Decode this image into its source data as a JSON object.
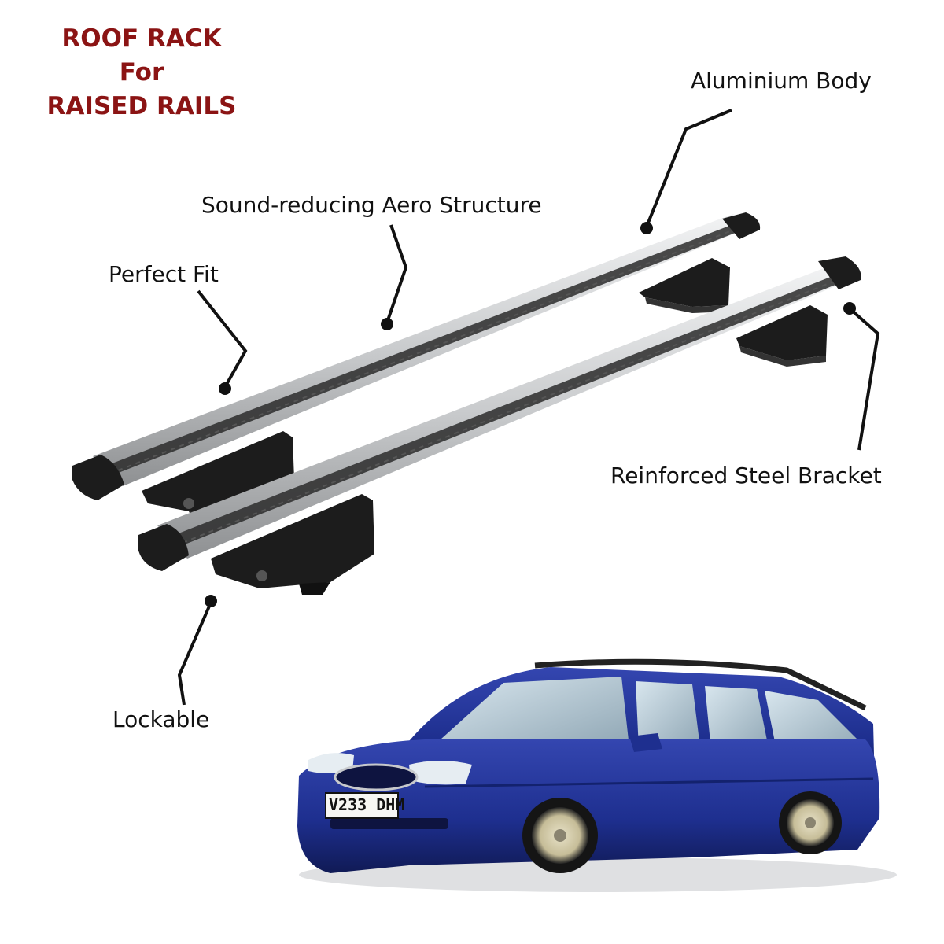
{
  "title": {
    "line1": "ROOF RACK",
    "line2": "For",
    "line3": "RAISED RAILS"
  },
  "callouts": {
    "aluminium_body": "Aluminium Body",
    "sound_reducing": "Sound-reducing Aero Structure",
    "perfect_fit": "Perfect Fit",
    "reinforced_bracket": "Reinforced Steel Bracket",
    "lockable": "Lockable"
  },
  "car": {
    "plate": "V233 DHM"
  },
  "colors": {
    "title": "#8b1414",
    "text": "#111111",
    "bar_silver": "#cfd1d3",
    "foot_black": "#1c1c1c",
    "car_blue": "#1e2f8f"
  }
}
